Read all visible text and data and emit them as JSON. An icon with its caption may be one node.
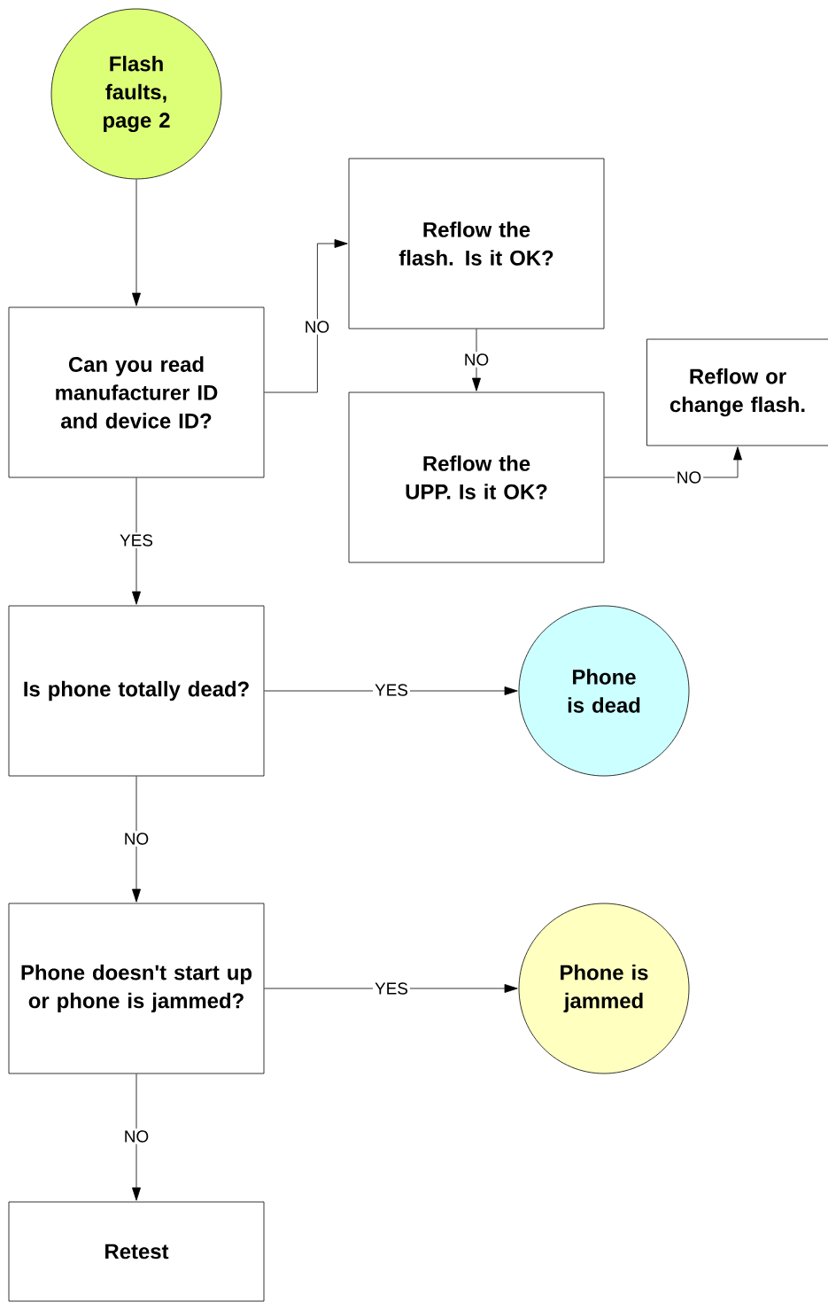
{
  "diagram": {
    "nodes": [
      {
        "text": [
          "Flash faults, page 2"
        ]
      },
      {
        "text": [
          "Can you read manufacturer ID and device ID?"
        ]
      },
      {
        "text": [
          "Reflow the flash. Is it OK?"
        ]
      },
      {
        "text": [
          "Reflow the UPP. Is it OK?"
        ]
      },
      {
        "text": [
          "Reflow or change flash."
        ]
      },
      {
        "text": [
          "Is phone totally dead?"
        ]
      },
      {
        "text": [
          "Phone is dead"
        ]
      },
      {
        "text": [
          "Phone doesn't start up or phone is jammed?"
        ]
      },
      {
        "text": [
          "Phone is jammed"
        ]
      },
      {
        "text": [
          "Retest"
        ]
      }
    ],
    "edges": [
      {
        "from": 0,
        "to": 1,
        "arrow": "to"
      },
      {
        "from": 1,
        "to": 2,
        "arrow": "to",
        "label": "NO"
      },
      {
        "from": 2,
        "to": 3,
        "arrow": "to",
        "label": "NO"
      },
      {
        "from": 3,
        "to": 4,
        "arrow": "to",
        "label": "NO"
      },
      {
        "from": 1,
        "to": 5,
        "arrow": "to",
        "label": "YES"
      },
      {
        "from": 5,
        "to": 6,
        "arrow": "to",
        "label": "YES"
      },
      {
        "from": 5,
        "to": 7,
        "arrow": "to",
        "label": "NO"
      },
      {
        "from": 7,
        "to": 8,
        "arrow": "to",
        "label": "YES"
      },
      {
        "from": 7,
        "to": 9,
        "arrow": "to",
        "label": "NO"
      }
    ]
  }
}
